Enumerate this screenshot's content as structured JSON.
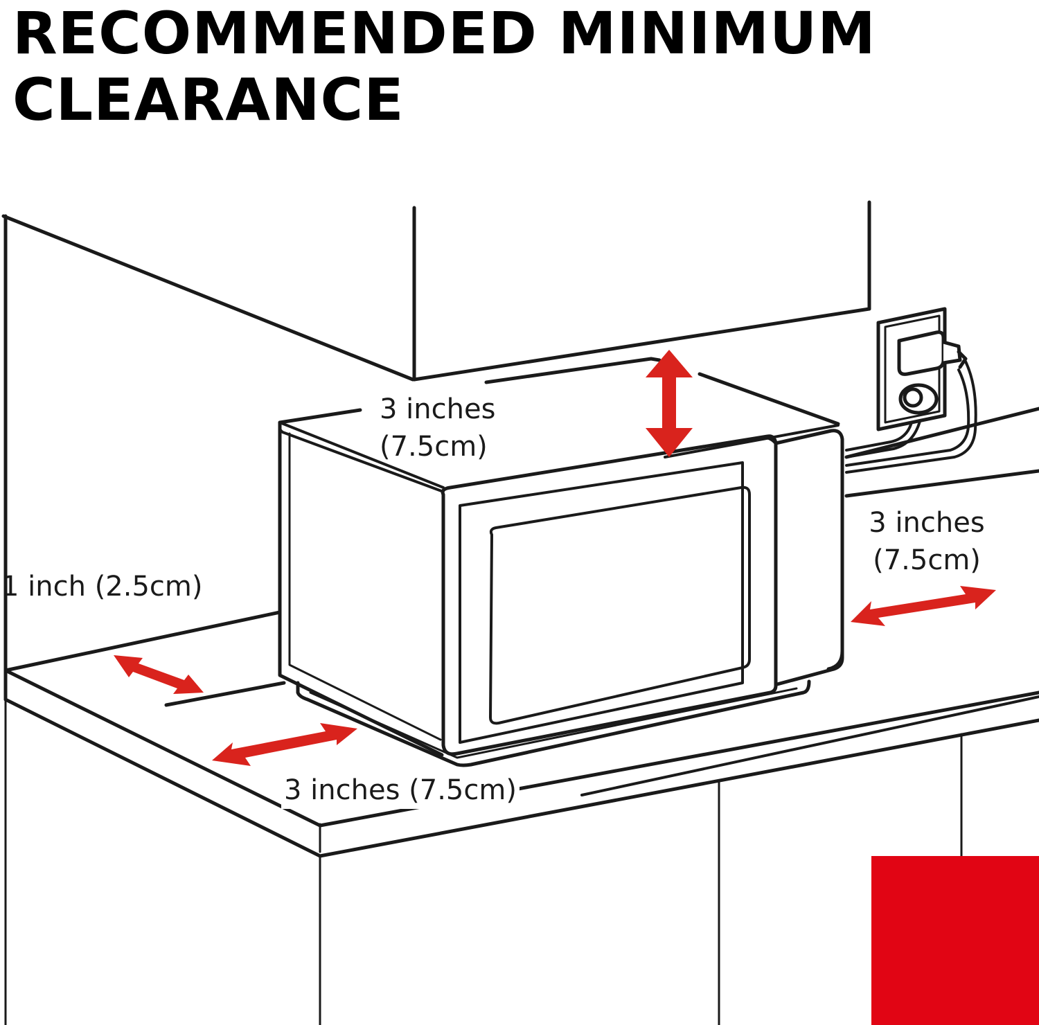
{
  "title": {
    "line1": "RECOMMENDED MINIMUM",
    "line2": "CLEARANCE"
  },
  "labels": {
    "top": {
      "line1": "3 inches",
      "line2": "(7.5cm)"
    },
    "right": {
      "line1": "3 inches",
      "line2": "(7.5cm)"
    },
    "left": "1 inch (2.5cm)",
    "front": "3 inches (7.5cm)"
  },
  "colors": {
    "accent_red": "#e10514",
    "arrow_red": "#d9231d",
    "line": "#1a1a1a",
    "background": "#ffffff",
    "appliance_fill": "#ffffff"
  },
  "icons": {
    "appliance": "microwave-oven-icon",
    "outlet": "wall-outlet-icon",
    "plug": "power-plug-icon"
  }
}
